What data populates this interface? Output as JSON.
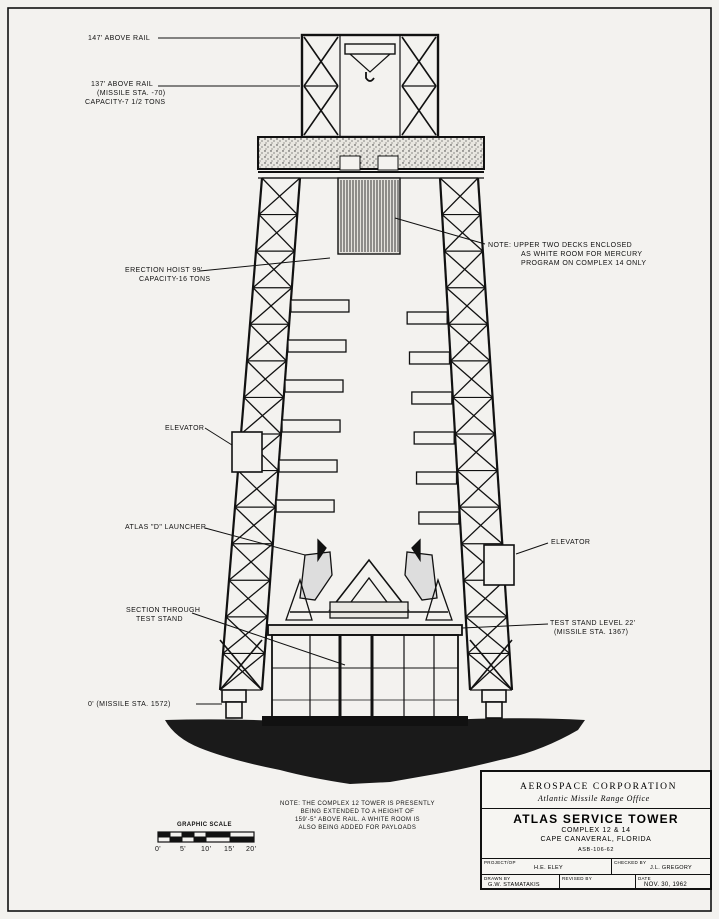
{
  "labels": {
    "above_rail_147": "147' ABOVE RAIL",
    "above_rail_137": [
      "137' ABOVE RAIL",
      "(MISSILE STA. -70)",
      "CAPACITY-7 1/2 TONS"
    ],
    "note_upper_decks": [
      "NOTE: UPPER TWO DECKS ENCLOSED",
      "AS WHITE ROOM FOR MERCURY",
      "PROGRAM ON COMPLEX 14 ONLY"
    ],
    "erection_hoist": [
      "ERECTION HOIST 99'",
      "CAPACITY-16 TONS"
    ],
    "elevator_left": "ELEVATOR",
    "elevator_right": "ELEVATOR",
    "launcher": "ATLAS \"D\" LAUNCHER",
    "section_test_stand": [
      "SECTION THROUGH",
      "TEST STAND"
    ],
    "test_stand_level": [
      "TEST STAND LEVEL 22'",
      "(MISSILE STA. 1367)"
    ],
    "zero_level": "0' (MISSILE STA. 1572)",
    "complex_note": [
      "NOTE: THE COMPLEX 12 TOWER IS PRESENTLY",
      "BEING EXTENDED TO A HEIGHT OF",
      "159'-5\" ABOVE RAIL. A WHITE ROOM IS",
      "ALSO BEING ADDED FOR PAYLOADS"
    ]
  },
  "scale": {
    "title": "GRAPHIC SCALE",
    "ticks": [
      "0'",
      "5'",
      "10'",
      "15'",
      "20'"
    ]
  },
  "title_block": {
    "org_name": "AEROSPACE CORPORATION",
    "office": "Atlantic Missile Range Office",
    "title": "ATLAS SERVICE TOWER",
    "subtitle1": "COMPLEX 12 & 14",
    "subtitle2": "CAPE CANAVERAL, FLORIDA",
    "drawing_number": "ASB-106-62",
    "project_label": "PROJECT/OP",
    "project_value": "H.E. ELEY",
    "checked_label": "CHECKED BY",
    "checked_value": "J.L. GREGORY",
    "drawn_label": "DRAWN BY",
    "drawn_value": "G.W. STAMATAKIS",
    "revised_label": "REVISED BY",
    "date_label": "DATE",
    "date_value": "NOV. 30, 1962"
  },
  "colors": {
    "ink": "#111111",
    "paper": "#f3f2ef",
    "ground": "#1a1a1a"
  }
}
